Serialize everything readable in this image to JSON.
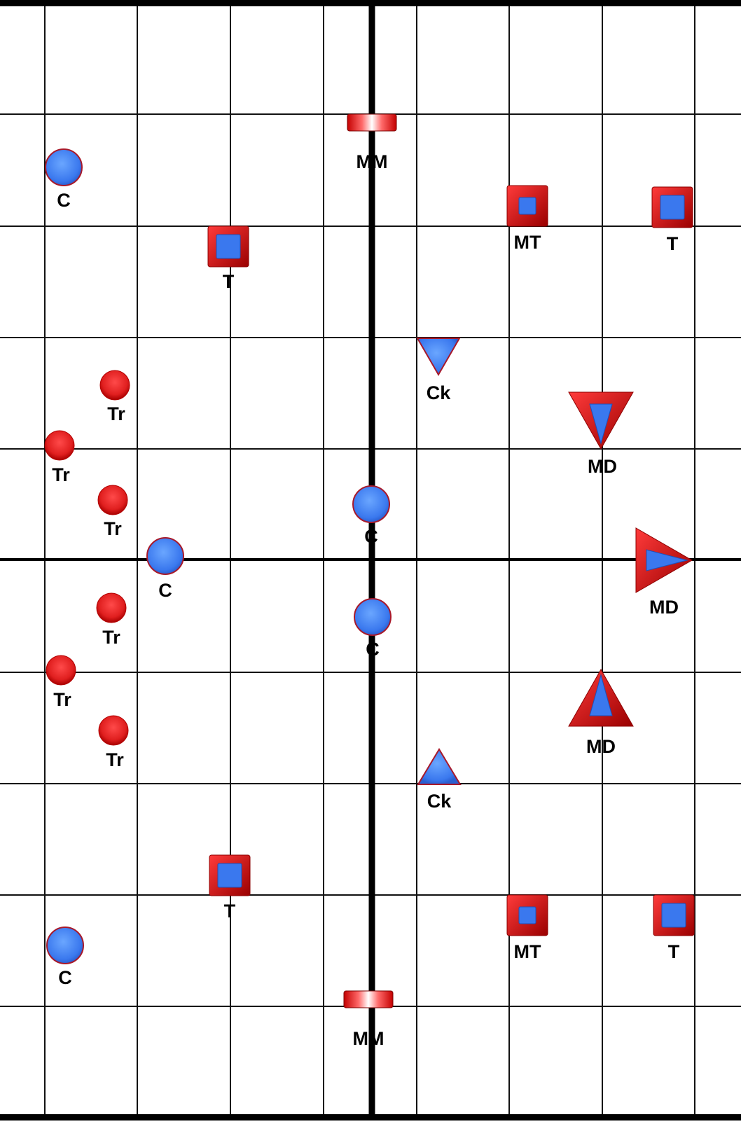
{
  "colors": {
    "background": "#ffffff",
    "grid": "#111111",
    "border": "#000000",
    "axis": "#000000",
    "piece_red": "#e01f1f",
    "piece_red_dark": "#8e0000",
    "piece_blue": "#3a78ee",
    "piece_blue_light": "#7fb0ff",
    "label": "#000000"
  },
  "board": {
    "grid_columns": 8,
    "grid_rows": 10
  },
  "pieces": [
    {
      "name": "mm-top",
      "label": "MM",
      "shape": "bar-flat",
      "icon": "flat-bar-icon"
    },
    {
      "name": "c-top-left",
      "label": "C",
      "shape": "circle-blue",
      "icon": "blue-circle-icon"
    },
    {
      "name": "mt-top",
      "label": "MT",
      "shape": "square-small",
      "icon": "red-square-icon"
    },
    {
      "name": "t-top-right",
      "label": "T",
      "shape": "square",
      "icon": "red-square-icon"
    },
    {
      "name": "t-top-left",
      "label": "T",
      "shape": "square",
      "icon": "red-square-icon"
    },
    {
      "name": "ck-top",
      "label": "Ck",
      "shape": "tri-down-blue",
      "icon": "blue-triangle-down-icon"
    },
    {
      "name": "tr-1",
      "label": "Tr",
      "shape": "circle-red",
      "icon": "red-circle-icon"
    },
    {
      "name": "md-top",
      "label": "MD",
      "shape": "md-down",
      "icon": "red-triangle-down-icon"
    },
    {
      "name": "tr-2",
      "label": "Tr",
      "shape": "circle-red",
      "icon": "red-circle-icon"
    },
    {
      "name": "tr-3",
      "label": "Tr",
      "shape": "circle-red",
      "icon": "red-circle-icon"
    },
    {
      "name": "c-center-top",
      "label": "C",
      "shape": "circle-blue",
      "icon": "blue-circle-icon"
    },
    {
      "name": "c-mid-left",
      "label": "C",
      "shape": "circle-blue",
      "icon": "blue-circle-icon"
    },
    {
      "name": "md-right",
      "label": "MD",
      "shape": "md-right",
      "icon": "red-triangle-right-icon"
    },
    {
      "name": "tr-4",
      "label": "Tr",
      "shape": "circle-red",
      "icon": "red-circle-icon"
    },
    {
      "name": "c-center-bot",
      "label": "C",
      "shape": "circle-blue",
      "icon": "blue-circle-icon"
    },
    {
      "name": "tr-5",
      "label": "Tr",
      "shape": "circle-red",
      "icon": "red-circle-icon"
    },
    {
      "name": "md-bottom",
      "label": "MD",
      "shape": "md-up",
      "icon": "red-triangle-up-icon"
    },
    {
      "name": "tr-6",
      "label": "Tr",
      "shape": "circle-red",
      "icon": "red-circle-icon"
    },
    {
      "name": "ck-bottom",
      "label": "Ck",
      "shape": "tri-up-blue",
      "icon": "blue-triangle-up-icon"
    },
    {
      "name": "t-bottom-left",
      "label": "T",
      "shape": "square",
      "icon": "red-square-icon"
    },
    {
      "name": "mt-bottom",
      "label": "MT",
      "shape": "square-small",
      "icon": "red-square-icon"
    },
    {
      "name": "t-bottom-right",
      "label": "T",
      "shape": "square",
      "icon": "red-square-icon"
    },
    {
      "name": "c-bottom-left",
      "label": "C",
      "shape": "circle-blue",
      "icon": "blue-circle-icon"
    },
    {
      "name": "mm-bottom",
      "label": "MM",
      "shape": "bar-flat",
      "icon": "flat-bar-icon"
    }
  ]
}
